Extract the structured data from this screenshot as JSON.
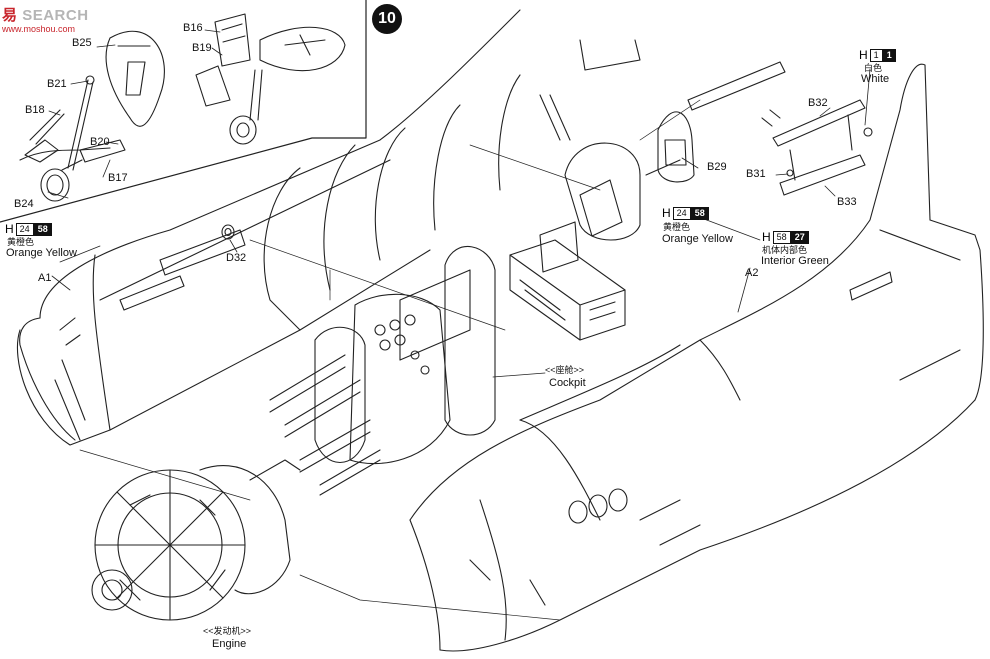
{
  "watermark": {
    "logo": "易",
    "site_text": "SEARCH",
    "url": "www.moshou.com"
  },
  "step_number": "10",
  "part_labels": {
    "b25": "B25",
    "b21": "B21",
    "b18": "B18",
    "b20": "B20",
    "b17": "B17",
    "b24": "B24",
    "b16": "B16",
    "b19": "B19",
    "b29": "B29",
    "b32": "B32",
    "b31": "B31",
    "b33": "B33",
    "d32": "D32",
    "a1": "A1",
    "a2": "A2"
  },
  "paint_codes": {
    "white": {
      "h": "H",
      "code1": "1",
      "code2": "1",
      "cn": "白色",
      "en": "White"
    },
    "orange_yellow_left": {
      "h": "H",
      "code1": "24",
      "code2": "58",
      "cn": "黄橙色",
      "en": "Orange Yellow"
    },
    "orange_yellow_right": {
      "h": "H",
      "code1": "24",
      "code2": "58",
      "cn": "黄橙色",
      "en": "Orange Yellow"
    },
    "interior_green": {
      "h": "H",
      "code1": "58",
      "code2": "27",
      "cn": "机体内部色",
      "en": "Interior Green"
    }
  },
  "subassemblies": {
    "cockpit": {
      "cn": "<<座舱>>",
      "en": "Cockpit"
    },
    "engine": {
      "cn": "<<发动机>>",
      "en": "Engine"
    }
  }
}
